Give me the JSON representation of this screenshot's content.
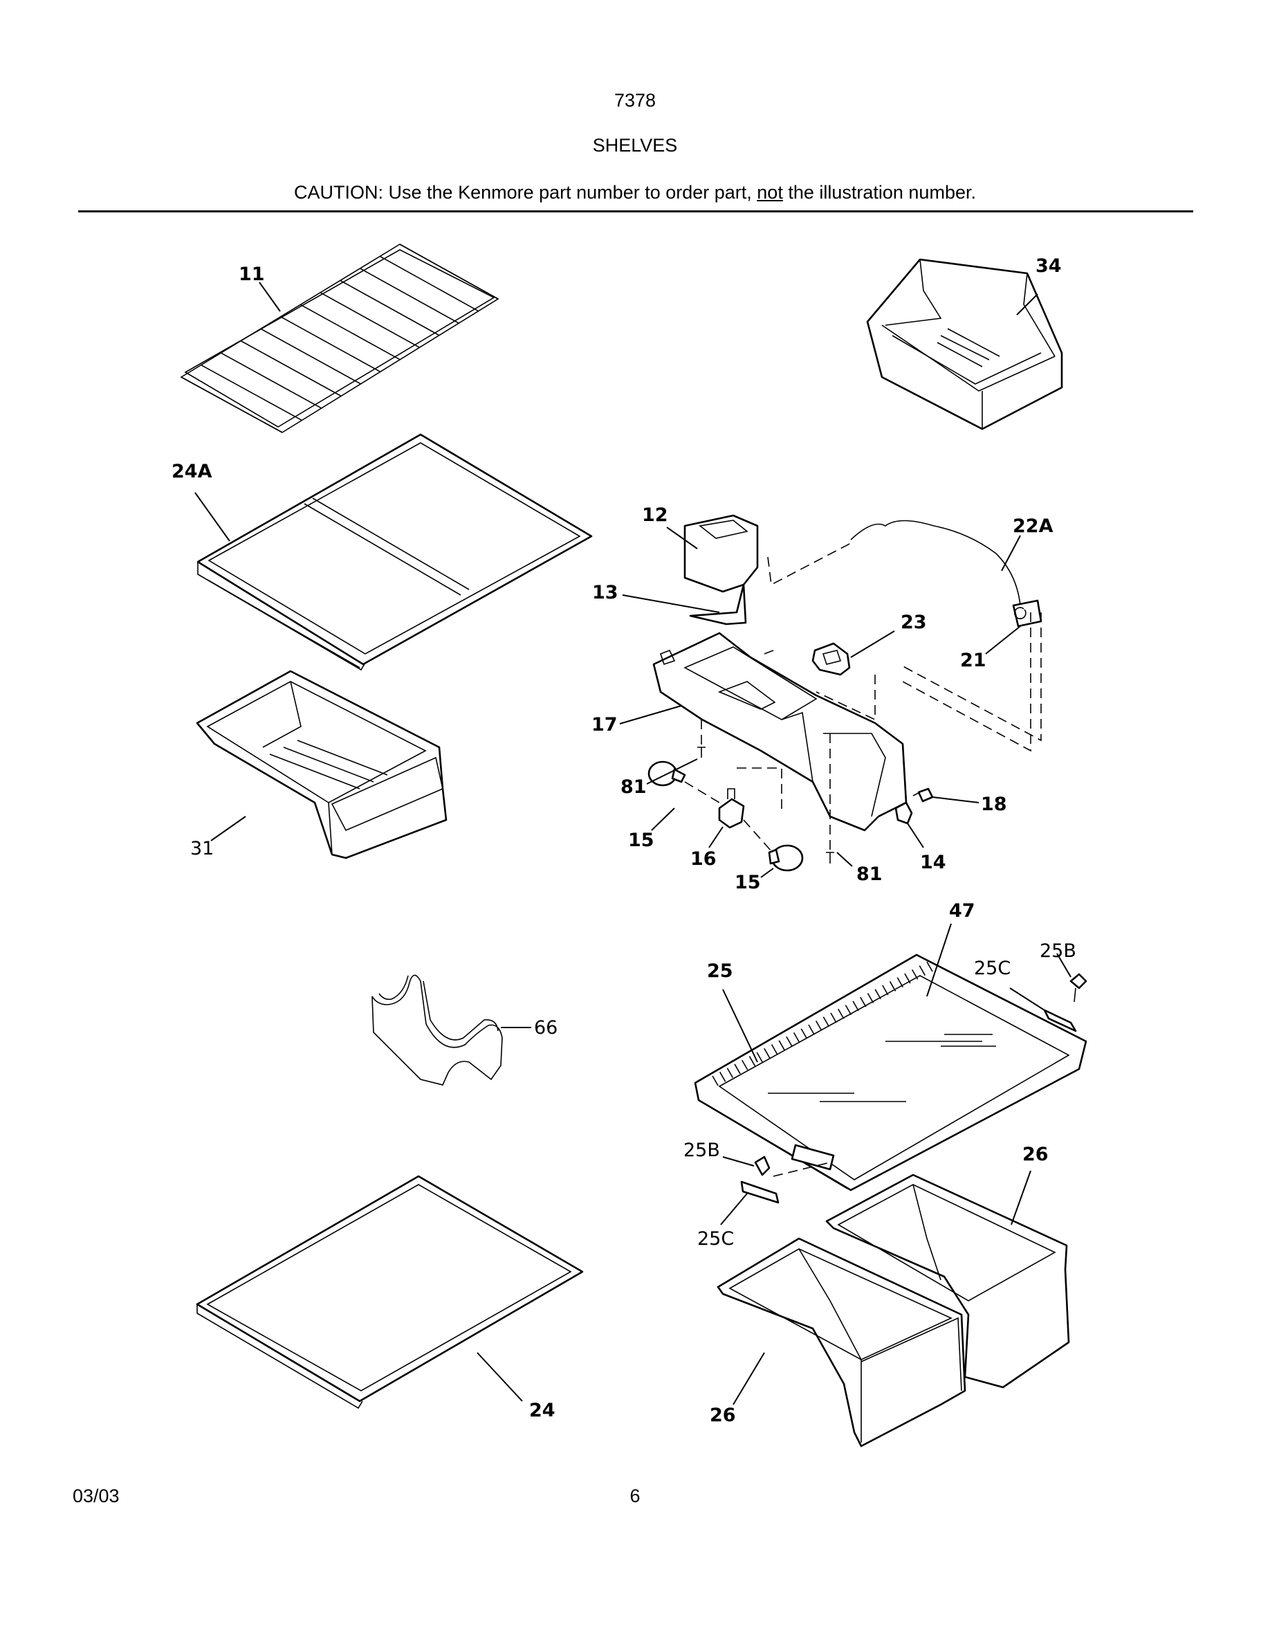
{
  "header": {
    "model": "7378",
    "section": "SHELVES",
    "caution_prefix": "CAUTION: Use the Kenmore part number to order part, ",
    "caution_emphasis": "not",
    "caution_suffix": " the illustration number."
  },
  "callouts": {
    "c11": "11",
    "c34": "34",
    "c24a": "24A",
    "c12": "12",
    "c22a": "22A",
    "c13": "13",
    "c23": "23",
    "c21": "21",
    "c17": "17",
    "c81a": "81",
    "c18": "18",
    "c15a": "15",
    "c16": "16",
    "c14": "14",
    "c81b": "81",
    "c15b": "15",
    "c31": "31",
    "c47": "47",
    "c25b_top": "25B",
    "c25c_top": "25C",
    "c25": "25",
    "c66": "66",
    "c25b_bot": "25B",
    "c26_top": "26",
    "c25c_bot": "25C",
    "c24": "24",
    "c26_bot": "26"
  },
  "footer": {
    "date": "03/03",
    "page": "6"
  }
}
